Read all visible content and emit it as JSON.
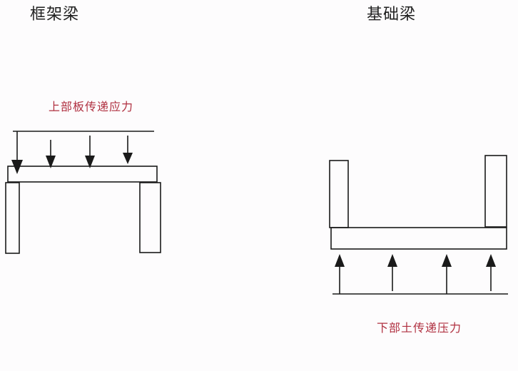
{
  "left": {
    "title": "框架梁",
    "load_label": "上部板传递应力"
  },
  "right": {
    "title": "基础梁",
    "load_label": "下部土传递压力"
  },
  "colors": {
    "line": "#1a1a1a",
    "label": "#b03040",
    "background": "#fdfcfd"
  }
}
